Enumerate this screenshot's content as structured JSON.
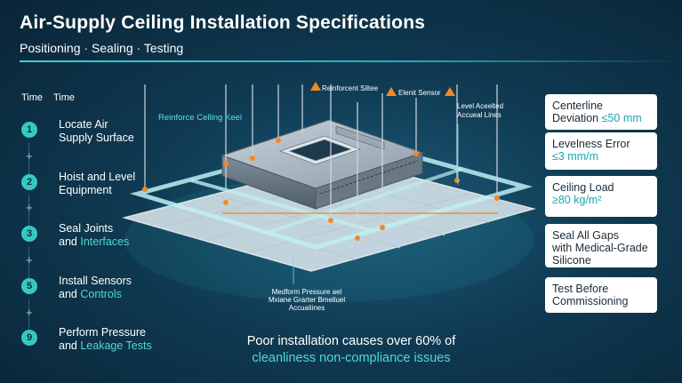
{
  "header": {
    "title": "Air-Supply Ceiling Installation Specifications",
    "subtitle": "Positioning · Sealing · Testing"
  },
  "timeline": {
    "col1_label": "Time",
    "col2_label": "Time",
    "steps": [
      {
        "num": "1",
        "line1": "Locate Air",
        "line2": "Supply Surface",
        "line2_highlight": ""
      },
      {
        "num": "2",
        "line1": "Hoist and Level",
        "line2": "Equipment",
        "line2_highlight": ""
      },
      {
        "num": "3",
        "line1": "Seal Joints",
        "line2": "and ",
        "line2_highlight": "Interfaces"
      },
      {
        "num": "5",
        "line1": "Install Sensors",
        "line2": "and ",
        "line2_highlight": "Controls"
      },
      {
        "num": "9",
        "line1": "Perform Pressure",
        "line2": "and ",
        "line2_highlight": "Leakage Tests"
      }
    ],
    "separator": "+"
  },
  "annotations": {
    "reinforce": "Reinforce Celling Keel",
    "silte": "Reinforcent Siltee",
    "sensor": "Elenit Sensor",
    "level_line1": "Level Aceelted",
    "level_line2": "Accueal Lines",
    "bottom_line1": "Medform Pressure ael",
    "bottom_line2": "Mxiane Grarter Bmelluel",
    "bottom_line3": "Accualiines"
  },
  "specs": [
    {
      "line1": "Centerline",
      "line2": "Deviation ",
      "value": "≤50 mm"
    },
    {
      "line1": "Levelness Error",
      "line2": "",
      "value": "≤3 mm/m"
    },
    {
      "line1": "Ceiling Load",
      "line2": "",
      "value": "≥80 kg/m²"
    },
    {
      "line1": "Seal All Gaps",
      "line2": "with Medical-Grade",
      "line3": "Silicone"
    },
    {
      "line1": "Test Before",
      "line2": "Commissioning"
    }
  ],
  "footer": {
    "line1": "Poor installation causes over 60% of",
    "line2": "cleanliness non-compliance issues"
  },
  "colors": {
    "accent": "#35c9c3",
    "background": "#0f3a52",
    "warning": "#f08a24"
  }
}
